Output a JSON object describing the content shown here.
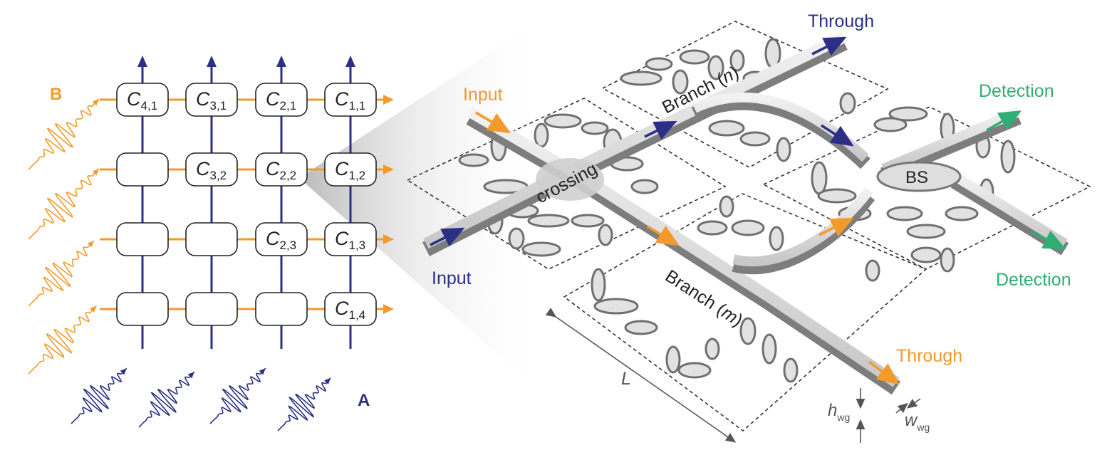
{
  "colors": {
    "blue": "#2b2f86",
    "orange": "#f39a2c",
    "green": "#2fae73",
    "dark": "#222222",
    "gray": "#555555"
  },
  "grid": {
    "label_b": "B",
    "label_a": "A",
    "cells": [
      {
        "col": 0,
        "row": 0,
        "main": "C",
        "sub": "4,1"
      },
      {
        "col": 1,
        "row": 0,
        "main": "C",
        "sub": "3,1"
      },
      {
        "col": 2,
        "row": 0,
        "main": "C",
        "sub": "2,1"
      },
      {
        "col": 3,
        "row": 0,
        "main": "C",
        "sub": "1,1"
      },
      {
        "col": 0,
        "row": 1,
        "main": "",
        "sub": ""
      },
      {
        "col": 1,
        "row": 1,
        "main": "C",
        "sub": "3,2"
      },
      {
        "col": 2,
        "row": 1,
        "main": "C",
        "sub": "2,2"
      },
      {
        "col": 3,
        "row": 1,
        "main": "C",
        "sub": "1,2"
      },
      {
        "col": 0,
        "row": 2,
        "main": "",
        "sub": ""
      },
      {
        "col": 1,
        "row": 2,
        "main": "",
        "sub": ""
      },
      {
        "col": 2,
        "row": 2,
        "main": "C",
        "sub": "2,3"
      },
      {
        "col": 3,
        "row": 2,
        "main": "C",
        "sub": "1,3"
      },
      {
        "col": 0,
        "row": 3,
        "main": "",
        "sub": ""
      },
      {
        "col": 1,
        "row": 3,
        "main": "",
        "sub": ""
      },
      {
        "col": 2,
        "row": 3,
        "main": "",
        "sub": ""
      },
      {
        "col": 3,
        "row": 3,
        "main": "C",
        "sub": "1,4"
      }
    ]
  },
  "device": {
    "input_top": "Input",
    "input_bottom": "Input",
    "through_top": "Through",
    "through_bottom": "Through",
    "detection_top": "Detection",
    "detection_bottom": "Detection",
    "crossing": "crossing",
    "bs": "BS",
    "branch_n": "Branch (",
    "branch_n_var": "n",
    "branch_m": "Branch (",
    "branch_m_var": "m",
    "branch_close": ")",
    "length": "L",
    "height_main": "h",
    "height_sub": "wg",
    "width_main": "w",
    "width_sub": "wg"
  }
}
